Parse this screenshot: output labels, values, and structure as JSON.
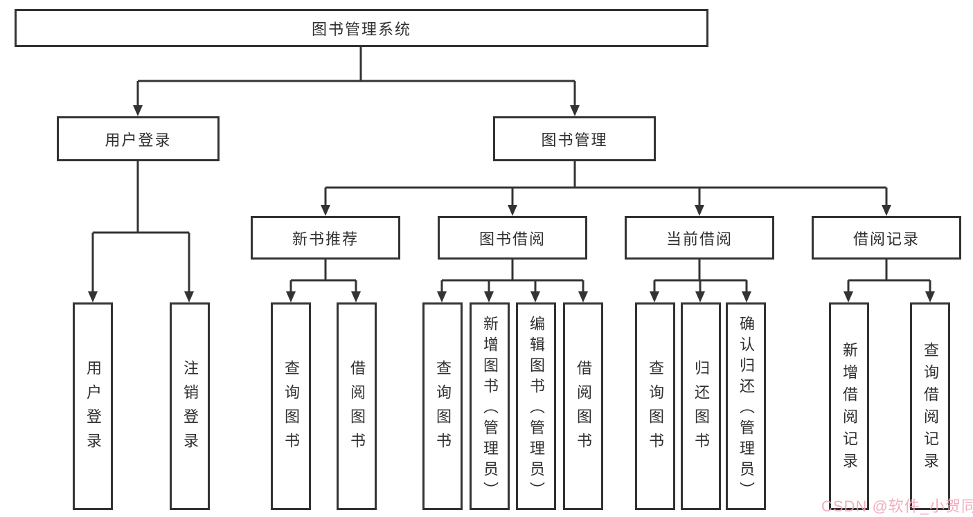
{
  "colors": {
    "line": "#333333",
    "text": "#2f2f2f",
    "background": "#ffffff",
    "watermark": "#F0A6B8"
  },
  "diagram": {
    "root": {
      "label": "图书管理系统"
    },
    "level2": [
      {
        "label": "用户登录"
      },
      {
        "label": "图书管理"
      }
    ],
    "level3": [
      {
        "label": "新书推荐"
      },
      {
        "label": "图书借阅"
      },
      {
        "label": "当前借阅"
      },
      {
        "label": "借阅记录"
      }
    ],
    "leaves": {
      "user_login": [
        "用户登录",
        "注销登录"
      ],
      "new_book": [
        "查询图书",
        "借阅图书"
      ],
      "book_borrow": [
        "查询图书",
        "新增图书（管理员）",
        "编辑图书（管理员）",
        "借阅图书"
      ],
      "current_borrow": [
        "查询图书",
        "归还图书",
        "确认归还（管理员）"
      ],
      "borrow_record": [
        "新增借阅记录",
        "查询借阅记录"
      ]
    }
  },
  "watermark": {
    "text": "CSDN @软件_小贺同学"
  }
}
